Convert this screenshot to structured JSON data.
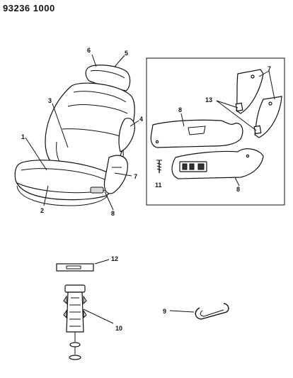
{
  "header": {
    "doc_id": "93236  1000"
  },
  "callouts": {
    "c1": "1",
    "c2": "2",
    "c3": "3",
    "c4": "4",
    "c5": "5",
    "c6": "6",
    "c7a": "7",
    "c8a": "8",
    "c7b": "7",
    "c13": "13",
    "c8b": "8",
    "c8c": "8",
    "c11": "11",
    "c12": "12",
    "c10": "10",
    "c9": "9"
  }
}
